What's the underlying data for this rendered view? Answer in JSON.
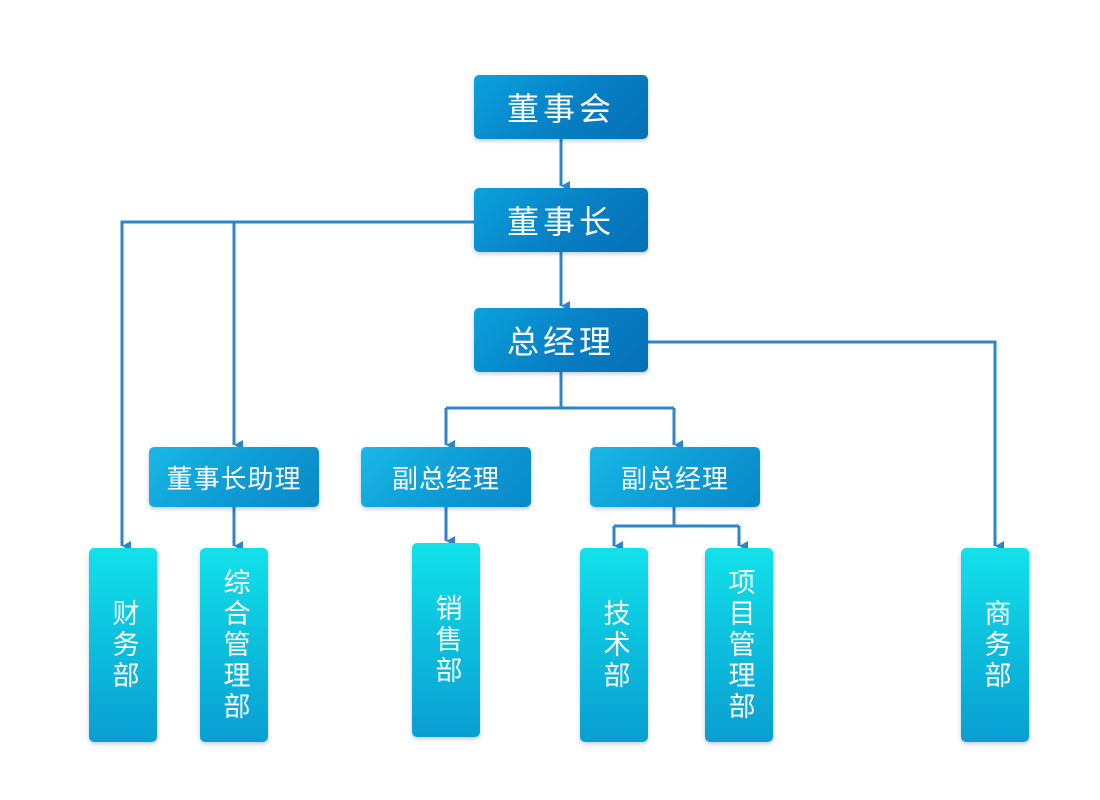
{
  "colors": {
    "connector": "#2e86c8",
    "node_dark": "#087fc4",
    "node_light": "#12e2ea"
  },
  "nodes": {
    "board": "董事会",
    "chairman": "董事长",
    "general_manager": "总经理",
    "chairman_assistant": "董事长助理",
    "vice_gm_1": "副总经理",
    "vice_gm_2": "副总经理",
    "finance": "财务部",
    "admin": "综合管理部",
    "sales": "销售部",
    "tech": "技术部",
    "project": "项目管理部",
    "business": "商务部"
  },
  "edges": [
    [
      "board",
      "chairman"
    ],
    [
      "chairman",
      "general_manager"
    ],
    [
      "chairman",
      "finance"
    ],
    [
      "chairman",
      "chairman_assistant"
    ],
    [
      "chairman_assistant",
      "admin"
    ],
    [
      "general_manager",
      "vice_gm_1"
    ],
    [
      "general_manager",
      "vice_gm_2"
    ],
    [
      "general_manager",
      "business"
    ],
    [
      "vice_gm_1",
      "sales"
    ],
    [
      "vice_gm_2",
      "tech"
    ],
    [
      "vice_gm_2",
      "project"
    ]
  ]
}
